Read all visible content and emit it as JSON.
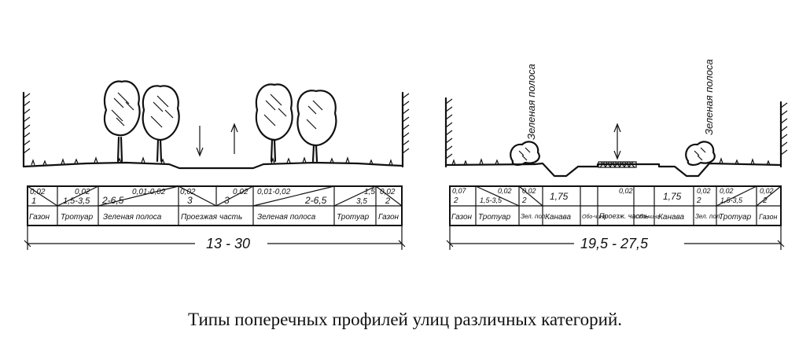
{
  "caption": "Типы поперечных профилей улиц различных категорий.",
  "left_profile": {
    "total_width": "13 - 30",
    "slopes": [
      "0,02",
      "0,02",
      "0,01-0,02",
      "0,02",
      "0,02",
      "0,01-0,02",
      "1,5",
      "0,02"
    ],
    "widths": [
      "1",
      "1,5-3,5",
      "2-6,5",
      "3",
      "3",
      "2-6,5",
      "3,5",
      "2"
    ],
    "names": [
      "Газон",
      "Тротуар",
      "Зеленая полоса",
      "Проезжая часть",
      "Зеленая полоса",
      "Тротуар",
      "Газон"
    ]
  },
  "right_profile": {
    "total_width": "19,5 - 27,5",
    "vertical_labels": [
      "Зеленая полоса",
      "Зеленая полоса"
    ],
    "slopes": [
      "0,07",
      "0,02",
      "0,02",
      "0,02",
      "0,02",
      "0,02",
      "0,02"
    ],
    "widths": [
      "2",
      "1,5-3,5",
      "2",
      "1,75",
      "1,75",
      "2",
      "1,5-3,5",
      "2"
    ],
    "names": [
      "Газон",
      "Тротуар",
      "Зел. пол.",
      "Канава",
      "Обо-чина",
      "Проезж. часть",
      "Обо-чина",
      "Канава",
      "Зел. пол.",
      "Тротуар",
      "Газон"
    ]
  }
}
